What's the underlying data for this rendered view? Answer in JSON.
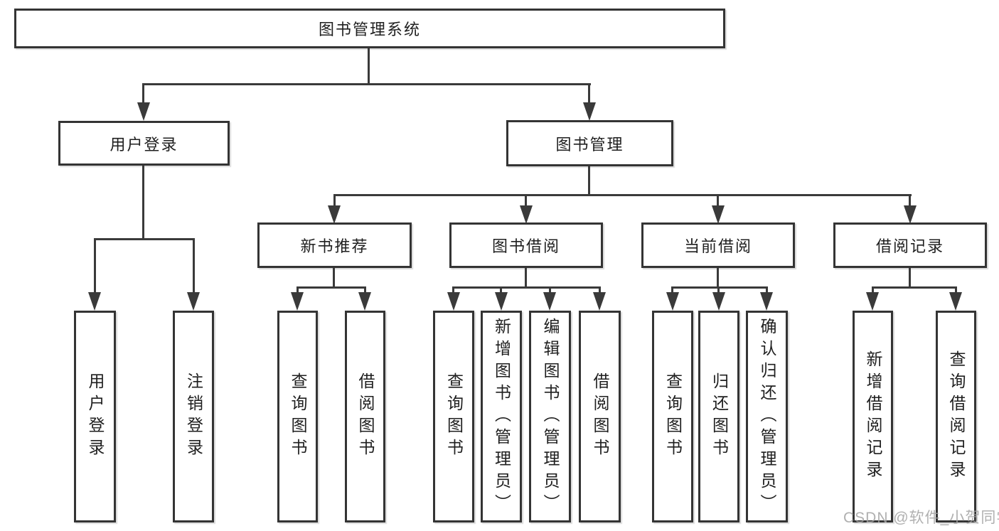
{
  "tree": {
    "label": "图书管理系统",
    "children": [
      {
        "label": "用户登录",
        "children": [
          {
            "label": "用户登录"
          },
          {
            "label": "注销登录"
          }
        ]
      },
      {
        "label": "图书管理",
        "children": [
          {
            "label": "新书推荐",
            "children": [
              {
                "label": "查询图书"
              },
              {
                "label": "借阅图书"
              }
            ]
          },
          {
            "label": "图书借阅",
            "children": [
              {
                "label": "查询图书"
              },
              {
                "label": "新增图书（管理员）"
              },
              {
                "label": "编辑图书（管理员）"
              },
              {
                "label": "借阅图书"
              }
            ]
          },
          {
            "label": "当前借阅",
            "children": [
              {
                "label": "查询图书"
              },
              {
                "label": "归还图书"
              },
              {
                "label": "确认归还（管理员）"
              }
            ]
          },
          {
            "label": "借阅记录",
            "children": [
              {
                "label": "新增借阅记录"
              },
              {
                "label": "查询借阅记录"
              }
            ]
          }
        ]
      }
    ]
  },
  "colors": {
    "line": "#3a3a3a",
    "border": "#343434",
    "text": "#1f1f1f",
    "watermark": "#a3a3a3"
  },
  "watermark": {
    "text": "CSDN @软件_小贺同学"
  }
}
